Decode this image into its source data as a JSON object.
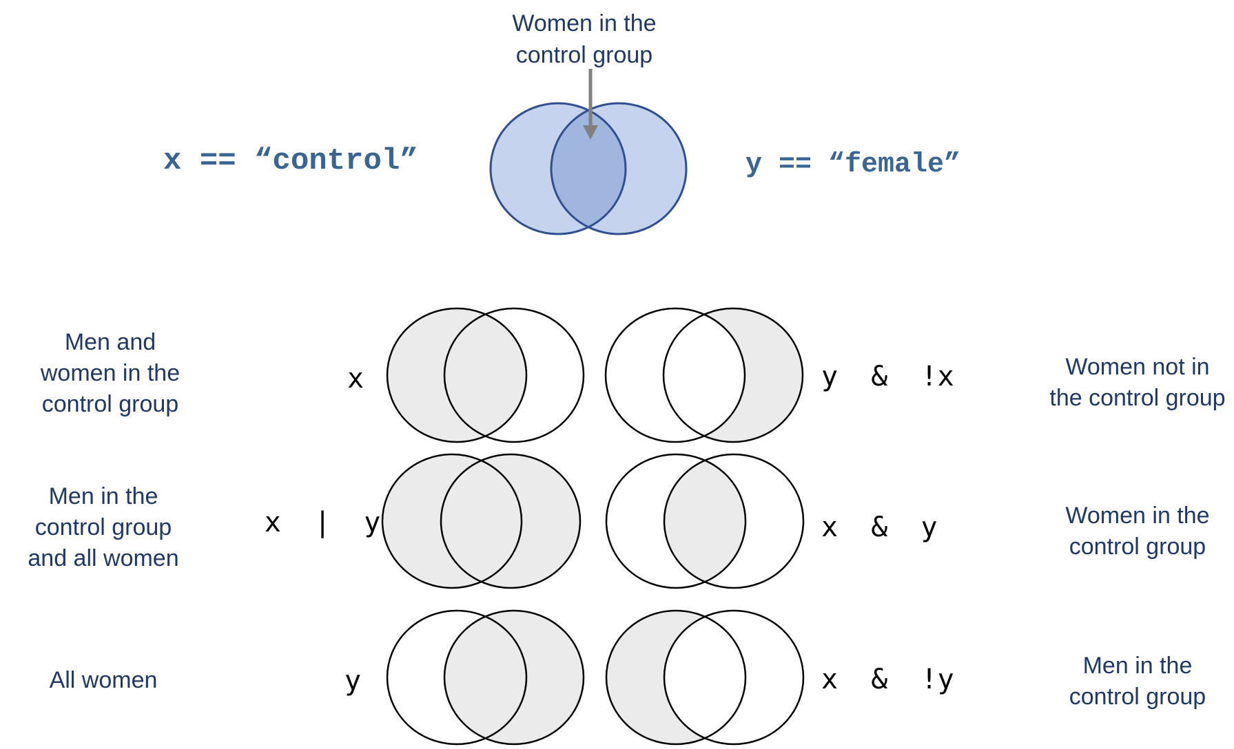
{
  "header": {
    "callout": [
      "Women in the",
      "control group"
    ],
    "x_condition": "x == “control”",
    "y_condition": "y == “female”"
  },
  "colors": {
    "label_text": "#1f3864",
    "code_text": "#3a6593",
    "venn_fill_light": "#c5d3ee",
    "venn_fill_overlap": "#a0b6df",
    "venn_stroke": "#2f4f8f",
    "shade": "#ebebeb",
    "arrow": "#808080"
  },
  "rows": [
    {
      "left": {
        "label": [
          "Men and",
          "women in the",
          "control group"
        ],
        "expr": "x",
        "shade": "x"
      },
      "right": {
        "label": [
          "Women not in",
          "the control group"
        ],
        "expr": "y  &  !x",
        "shade": "y-not-x"
      }
    },
    {
      "left": {
        "label": [
          "Men in the",
          "control group",
          "and all women"
        ],
        "expr": "x  |  y",
        "shade": "union"
      },
      "right": {
        "label": [
          "Women in the",
          "control group"
        ],
        "expr": "x  &  y",
        "shade": "intersection"
      }
    },
    {
      "left": {
        "label": [
          "All women"
        ],
        "expr": "y",
        "shade": "y"
      },
      "right": {
        "label": [
          "Men in the",
          "control group"
        ],
        "expr": "x  &  !y",
        "shade": "x-not-y"
      }
    }
  ]
}
